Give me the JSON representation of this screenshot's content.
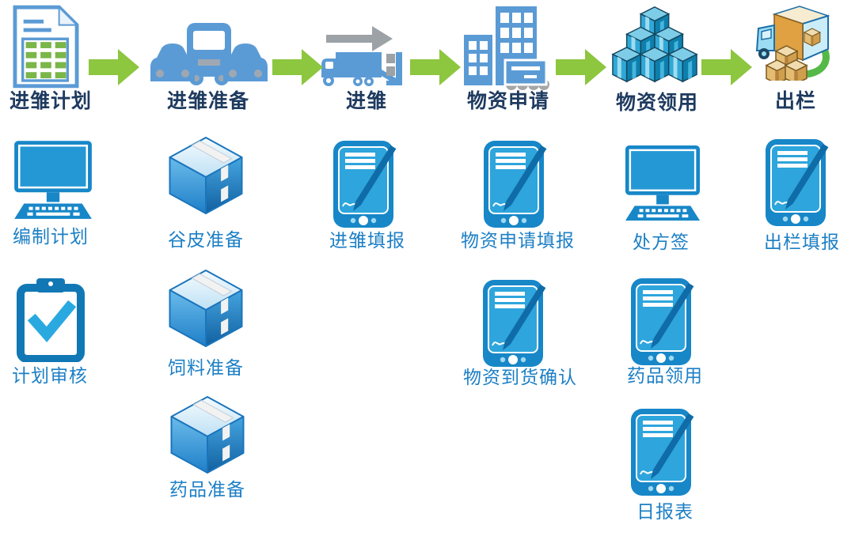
{
  "diagram": {
    "title_implicit": "",
    "stages": [
      {
        "label": "进雏计划",
        "icon": "document-table-icon"
      },
      {
        "label": "进雏准备",
        "icon": "vehicle-fleet-icon"
      },
      {
        "label": "进雏",
        "icon": "truck-loading-icon"
      },
      {
        "label": "物资申请",
        "icon": "buildings-icon"
      },
      {
        "label": "物资领用",
        "icon": "stacked-boxes-icon"
      },
      {
        "label": "出栏",
        "icon": "delivery-truck-icon"
      }
    ],
    "columns": [
      {
        "items": [
          {
            "label": "编制计划",
            "icon": "desktop-computer-icon"
          },
          {
            "label": "计划审核",
            "icon": "clipboard-check-icon"
          }
        ]
      },
      {
        "items": [
          {
            "label": "谷皮准备",
            "icon": "box-3d-icon"
          },
          {
            "label": "饲料准备",
            "icon": "box-3d-icon"
          },
          {
            "label": "药品准备",
            "icon": "box-3d-icon"
          }
        ]
      },
      {
        "items": [
          {
            "label": "进雏填报",
            "icon": "tablet-pen-icon"
          }
        ]
      },
      {
        "items": [
          {
            "label": "物资申请填报",
            "icon": "tablet-pen-icon"
          },
          {
            "label": "物资到货确认",
            "icon": "tablet-pen-icon"
          }
        ]
      },
      {
        "items": [
          {
            "label": "处方签",
            "icon": "desktop-computer-icon"
          },
          {
            "label": "药品领用",
            "icon": "tablet-pen-icon"
          },
          {
            "label": "日报表",
            "icon": "tablet-pen-icon"
          }
        ]
      },
      {
        "items": [
          {
            "label": "出栏填报",
            "icon": "tablet-pen-icon"
          }
        ]
      }
    ],
    "colors": {
      "flow_arrow_green": "#8DC63F",
      "stage_label": "#1E3A5F",
      "item_label": "#1C7FC5",
      "flat_icon_blue": "#5B9BD5",
      "device_icon_blue": "#1787C8",
      "device_screen_blue": "#2EA5DC",
      "stacked_box_cyan": "#2FA8D8",
      "truck_container_orange": "#DFA142",
      "gray_accent": "#A6A6A6"
    }
  }
}
